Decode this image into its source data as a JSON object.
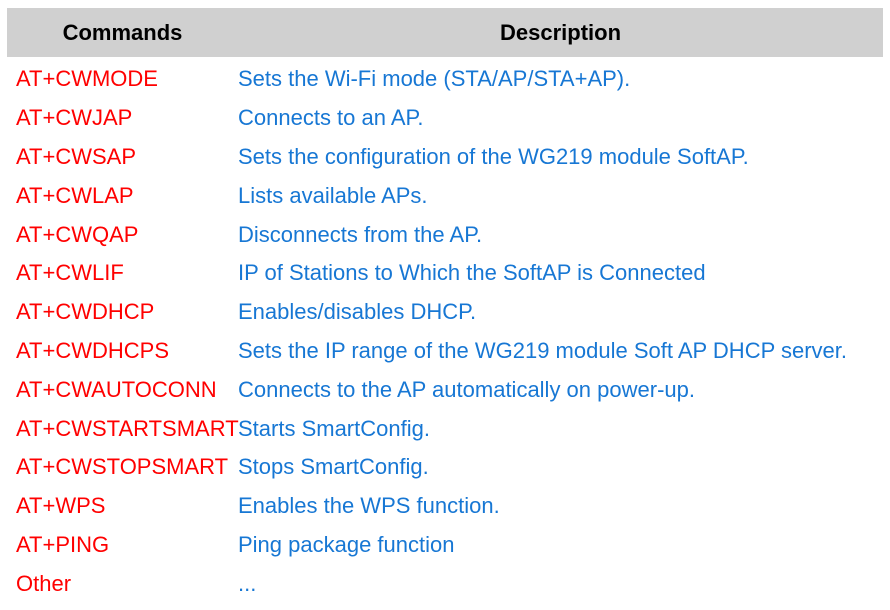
{
  "table": {
    "columns": [
      {
        "label": "Commands"
      },
      {
        "label": "Description"
      }
    ],
    "rows": [
      {
        "command": "AT+CWMODE",
        "description": "Sets the Wi-Fi mode (STA/AP/STA+AP)."
      },
      {
        "command": "AT+CWJAP",
        "description": "Connects to an AP."
      },
      {
        "command": "AT+CWSAP",
        "description": "Sets the configuration of the WG219 module SoftAP."
      },
      {
        "command": "AT+CWLAP",
        "description": "Lists available APs."
      },
      {
        "command": "AT+CWQAP",
        "description": "Disconnects from the AP."
      },
      {
        "command": "AT+CWLIF",
        "description": "IP of Stations to Which the SoftAP is Connected"
      },
      {
        "command": "AT+CWDHCP",
        "description": "Enables/disables DHCP."
      },
      {
        "command": "AT+CWDHCPS",
        "description": "Sets the IP range of the WG219 module Soft AP DHCP server."
      },
      {
        "command": "AT+CWAUTOCONN",
        "description": "Connects to the AP automatically on power-up."
      },
      {
        "command": "AT+CWSTARTSMART",
        "description": "Starts SmartConfig."
      },
      {
        "command": "AT+CWSTOPSMART",
        "description": "Stops SmartConfig."
      },
      {
        "command": "AT+WPS",
        "description": "Enables the WPS function."
      },
      {
        "command": "AT+PING",
        "description": "Ping package function"
      },
      {
        "command": "Other",
        "description": "..."
      }
    ]
  },
  "colors": {
    "command_text": "#ff0000",
    "description_text": "#1777d4",
    "header_background": "#d0d0d0",
    "header_text": "#000000"
  }
}
